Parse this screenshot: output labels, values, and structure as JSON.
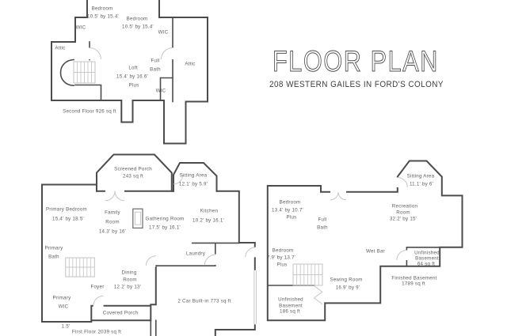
{
  "title": {
    "main": "FLOOR PLAN",
    "subtitle": "208 WESTERN GAILES IN FORD'S COLONY"
  },
  "second_floor": {
    "area_label": "Second Floor 926 sq ft",
    "bedroom_left": {
      "name": "Bedroom",
      "dims": "10.5' by 15.4'"
    },
    "bedroom_right": {
      "name": "Bedroom",
      "dims": "10.5' by 15.4'"
    },
    "wic_top_left": "WIC",
    "wic_top_right": "WIC",
    "wic_bottom": "WIC",
    "attic_left": "Attic",
    "attic_right": "Attic",
    "loft": {
      "name": "Loft",
      "dims": "15.4' by 16.6'",
      "plus": "Plus"
    },
    "full_bath": {
      "line1": "Full",
      "line2": "Bath"
    }
  },
  "first_floor": {
    "area_label": "First Floor 2039 sq ft",
    "screened_porch": {
      "name": "Screened Porch",
      "dims": "243 sq ft"
    },
    "sitting_area": {
      "name": "Sitting Area",
      "dims": "12.1' by 5.9'"
    },
    "primary_bedroom": {
      "name": "Primary Bedroom",
      "dims": "15.4' by 18.5'"
    },
    "family_room": {
      "line1": "Family",
      "line2": "Room",
      "dims": "14.3' by 16'"
    },
    "gathering_room": {
      "name": "Gathering Room",
      "dims": "17.5' by 16.1'"
    },
    "kitchen": {
      "name": "Kitchen",
      "dims": "10.2' by 16.1'"
    },
    "primary_bath": {
      "line1": "Primary",
      "line2": "Bath"
    },
    "laundry": "Laundry",
    "dining_room": {
      "line1": "Dining",
      "line2": "Room",
      "dims": "12.2' by 13'"
    },
    "foyer": "Foyer",
    "primary_wic": {
      "line1": "Primary",
      "line2": "WIC"
    },
    "garage": "2 Car Built-in 773 sq ft",
    "covered_porch": "Covered Porch",
    "side_dim": "1.5'"
  },
  "basement": {
    "finished_label": {
      "line1": "Finished Basement",
      "line2": "1789 sq ft"
    },
    "bedroom_top": {
      "name": "Bedroom",
      "dims": "13.4' by 10.7'",
      "plus": "Plus"
    },
    "bedroom_bottom": {
      "name": "Bedroom",
      "dims": "7.9' by 13.7'",
      "plus": "Plus"
    },
    "full_bath": {
      "line1": "Full",
      "line2": "Bath"
    },
    "sitting_area": {
      "name": "Sitting Area",
      "dims": "11.1' by 6'"
    },
    "recreation_room": {
      "line1": "Recreation",
      "line2": "Room",
      "dims": "32.2' by 15'"
    },
    "wet_bar": "Wet Bar",
    "sewing_room": {
      "name": "Sewing Room",
      "dims": "16.9' by 9'"
    },
    "unfinished_small": {
      "line1": "Unfinished",
      "line2": "Basement",
      "line3": "64 sq ft"
    },
    "unfinished_large": {
      "line1": "Unfinished",
      "line2": "Basement",
      "line3": "186 sq ft"
    }
  },
  "colors": {
    "wall": "#4c4c4c",
    "door_arc": "#c6c6c6",
    "stairs": "#c9c9c9",
    "label_text": "#5f5f5f",
    "title_text": "#4f4f4f",
    "background": "#ffffff"
  }
}
